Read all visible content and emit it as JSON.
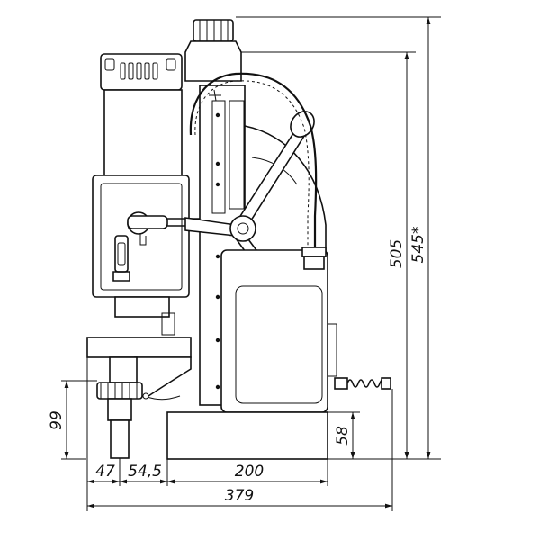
{
  "dimensions": {
    "height_505": "505",
    "height_545": "545*",
    "height_99": "99",
    "height_58": "58",
    "width_47": "47",
    "width_54_5": "54,5",
    "width_200": "200",
    "width_379": "379"
  }
}
